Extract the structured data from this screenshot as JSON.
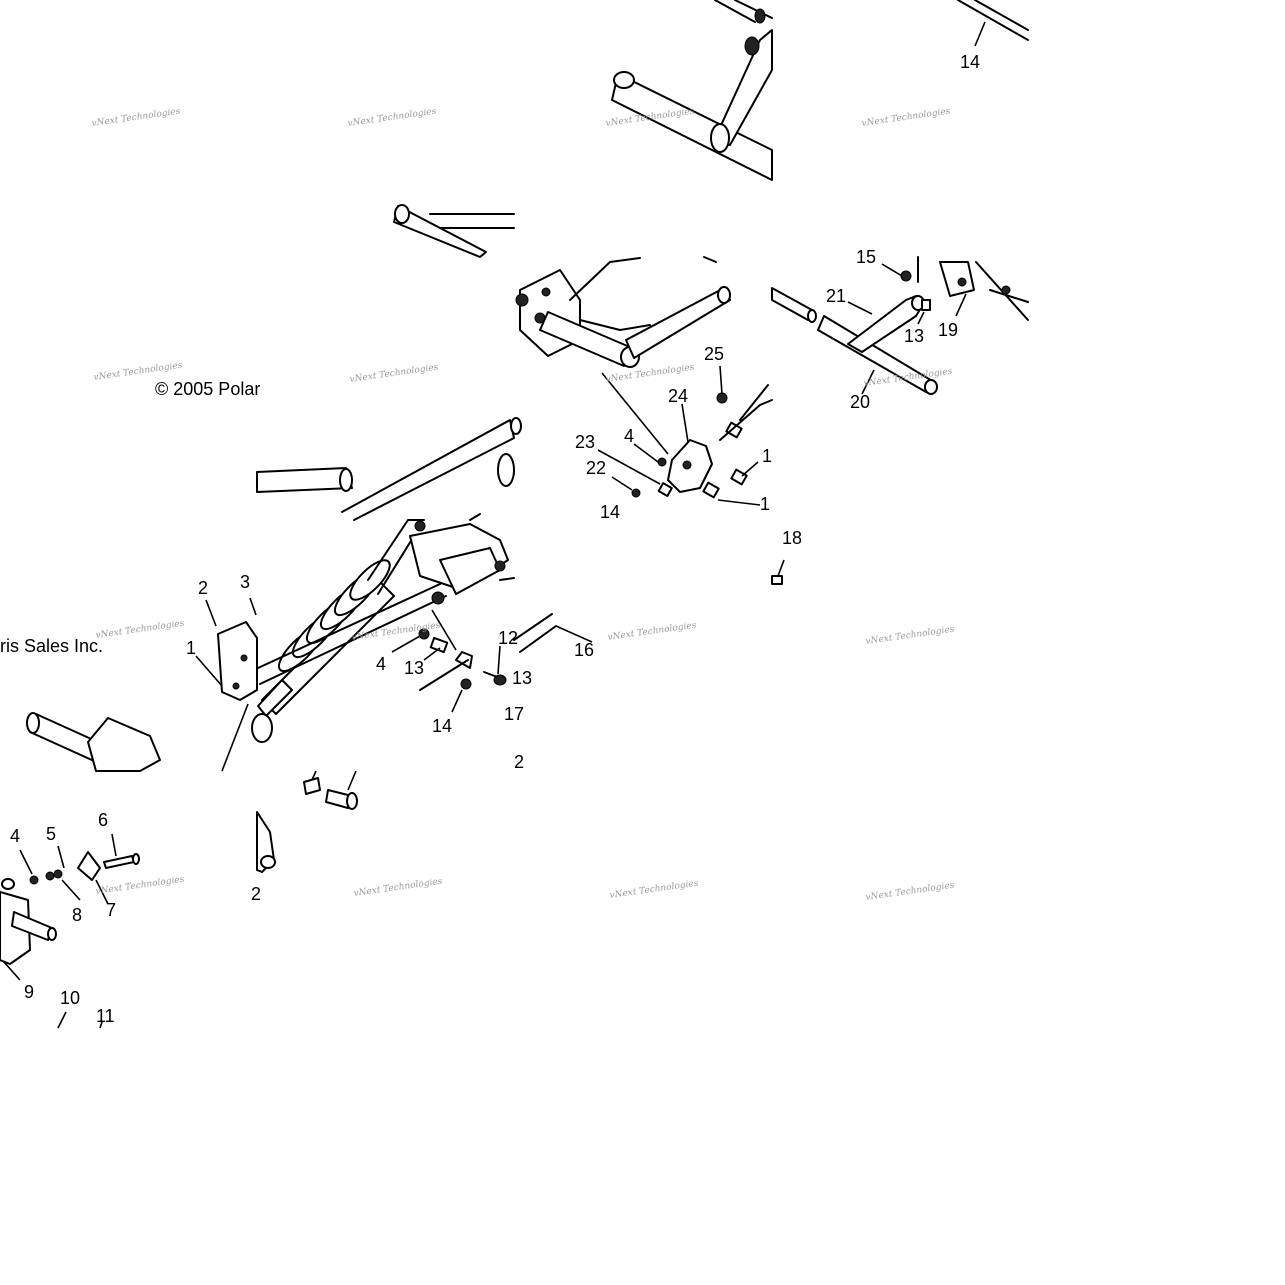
{
  "diagram": {
    "copyright_tile_a": "© 2005 Polar",
    "copyright_tile_b": "ris Sales Inc.",
    "watermark_text": "vNext Technologies",
    "callouts": [
      {
        "id": "c1",
        "text": "1"
      },
      {
        "id": "c2a",
        "text": "2"
      },
      {
        "id": "c3",
        "text": "3"
      },
      {
        "id": "c4a",
        "text": "4"
      },
      {
        "id": "c4b",
        "text": "4"
      },
      {
        "id": "c4c",
        "text": "4"
      },
      {
        "id": "c5",
        "text": "5"
      },
      {
        "id": "c6",
        "text": "6"
      },
      {
        "id": "c7",
        "text": "7"
      },
      {
        "id": "c8",
        "text": "8"
      },
      {
        "id": "c9",
        "text": "9"
      },
      {
        "id": "c10",
        "text": "10"
      },
      {
        "id": "c11",
        "text": "11"
      },
      {
        "id": "c12a",
        "text": "12"
      },
      {
        "id": "c12b",
        "text": "2"
      },
      {
        "id": "c12c",
        "text": "2"
      },
      {
        "id": "c13a",
        "text": "13"
      },
      {
        "id": "c13b",
        "text": "13"
      },
      {
        "id": "c13c",
        "text": "13"
      },
      {
        "id": "c14a",
        "text": "14"
      },
      {
        "id": "c14b",
        "text": "14"
      },
      {
        "id": "c14c",
        "text": "14"
      },
      {
        "id": "c15",
        "text": "15"
      },
      {
        "id": "c16",
        "text": "16"
      },
      {
        "id": "c17",
        "text": "17"
      },
      {
        "id": "c18",
        "text": "18"
      },
      {
        "id": "c19",
        "text": "19"
      },
      {
        "id": "c20",
        "text": "20"
      },
      {
        "id": "c21",
        "text": "21"
      },
      {
        "id": "c22",
        "text": "22"
      },
      {
        "id": "c23",
        "text": "23"
      },
      {
        "id": "c24",
        "text": "24"
      },
      {
        "id": "c25",
        "text": "25"
      },
      {
        "id": "c1b",
        "text": "1"
      },
      {
        "id": "c1c",
        "text": "1"
      }
    ]
  }
}
